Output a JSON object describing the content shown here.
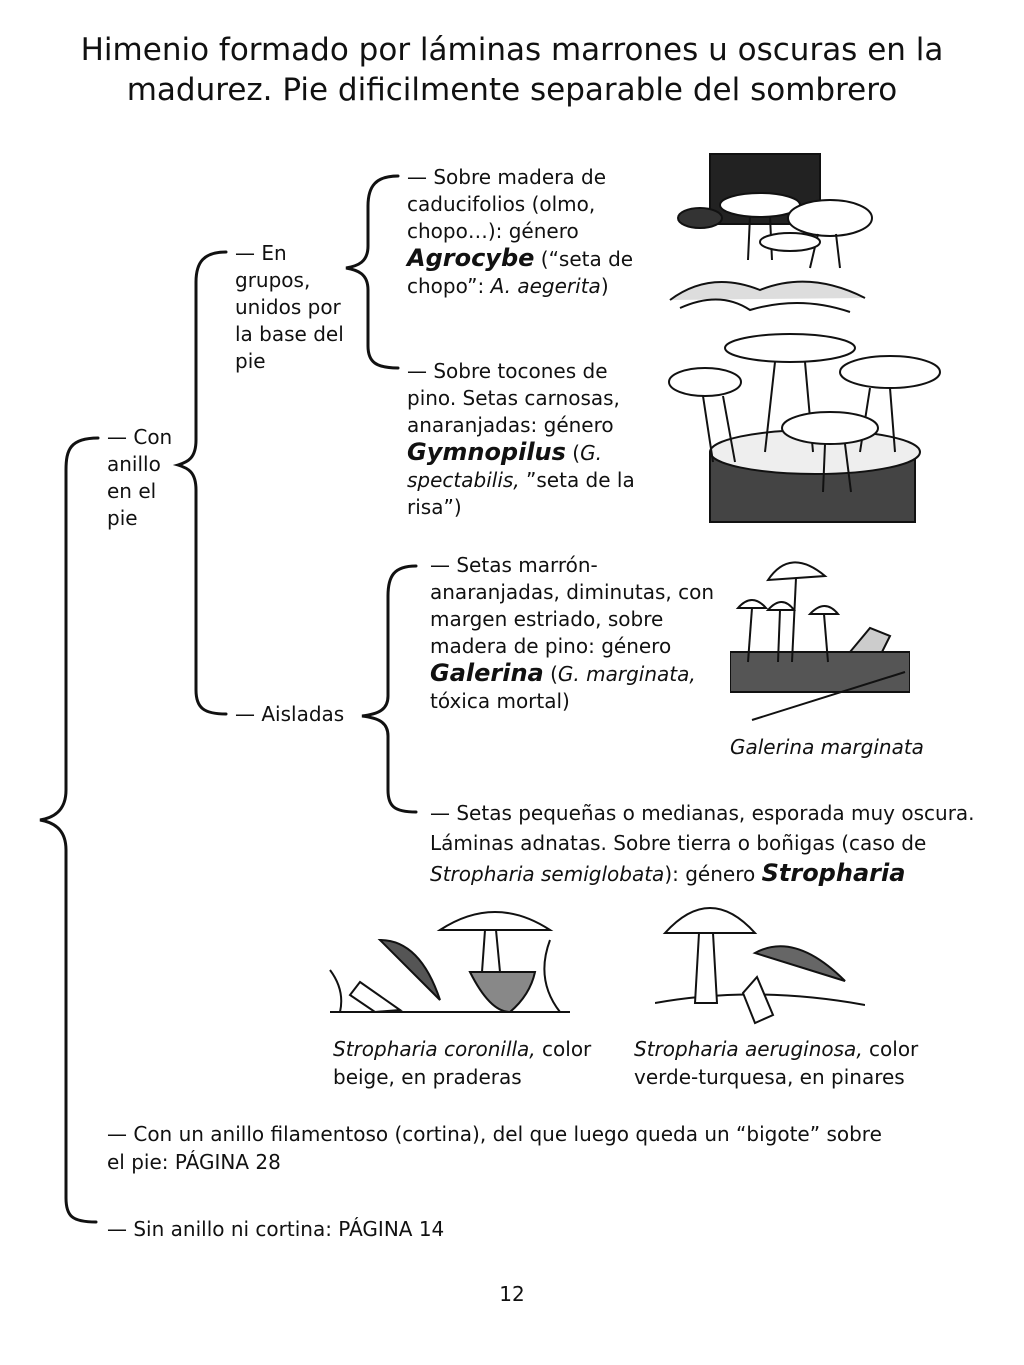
{
  "page": {
    "title_line1": "Himenio formado por láminas marrones u oscuras en la",
    "title_line2": "madurez. Pie dificilmente separable del sombrero",
    "page_number": "12"
  },
  "key": {
    "con_anillo": [
      "— Con",
      "anillo",
      "en el",
      "pie"
    ],
    "en_grupos": [
      "— En",
      "grupos,",
      "unidos por",
      "la base del",
      "pie"
    ],
    "aisladas": "— Aisladas",
    "agrocybe": {
      "lines": [
        "— Sobre madera de",
        "caducifolios (olmo,",
        "chopo…): género"
      ],
      "genus": "Agrocybe",
      "after_genus": " (“seta de",
      "line_end_a": "chopo”: ",
      "species": "A. aegerita",
      "line_end_b": ")"
    },
    "gymnopilus": {
      "lines": [
        "— Sobre tocones de",
        "pino. Setas carnosas,",
        "anaranjadas: género"
      ],
      "genus": "Gymnopilus",
      "after_genus_a": " (",
      "species_a": "G.",
      "species_b": "spectabilis,",
      "after_species": " ”seta de la",
      "last_line": "risa”)"
    },
    "galerina": {
      "lines": [
        "— Setas marrón-",
        "anaranjadas, diminutas, con",
        "margen estriado, sobre",
        "madera de pino: género"
      ],
      "genus": "Galerina",
      "after_genus_a": " (",
      "species": "G. marginata,",
      "last_line": "tóxica mortal)",
      "caption": "Galerina marginata"
    },
    "stropharia": {
      "line1": "— Setas pequeñas o medianas, esporada muy oscura.",
      "line2": "Láminas adnatas. Sobre tierra o boñigas (caso de",
      "species": "Stropharia semiglobata",
      "after_species": "): género ",
      "genus": "Stropharia",
      "caption_coronilla_species": "Stropharia coronilla,",
      "caption_coronilla_rest1": " color",
      "caption_coronilla_rest2": "beige, en praderas",
      "caption_aeruginosa_species": "Stropharia aeruginosa,",
      "caption_aeruginosa_rest1": " color",
      "caption_aeruginosa_rest2": "verde-turquesa, en pinares"
    },
    "cortina_line1": "— Con un anillo filamentoso (cortina), del que luego queda un “bigote” sobre",
    "cortina_line2": "el pie: PÁGINA 28",
    "sin_anillo": "— Sin anillo ni cortina: PÁGINA 14"
  },
  "illustrations": {
    "agrocybe": "agrocybe-cluster-illustration",
    "gymnopilus": "gymnopilus-stump-illustration",
    "galerina": "galerina-illustration",
    "coronilla": "stropharia-coronilla-illustration",
    "aeruginosa": "stropharia-aeruginosa-illustration"
  }
}
